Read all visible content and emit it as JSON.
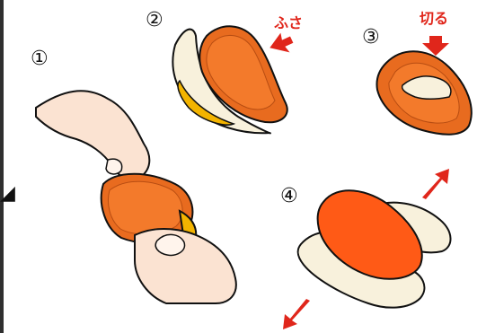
{
  "steps": [
    {
      "number": "①"
    },
    {
      "number": "②"
    },
    {
      "number": "③"
    },
    {
      "number": "④"
    }
  ],
  "labels": {
    "step2": "ふさ",
    "step3": "切る"
  },
  "colors": {
    "orange_outer": "#e86b1f",
    "orange_inner": "#f37a2b",
    "orange_bright": "#ff5a16",
    "skin": "#fbe3d2",
    "pith": "#f8f1dc",
    "arrow_red": "#e0261b",
    "outline": "#111111"
  }
}
